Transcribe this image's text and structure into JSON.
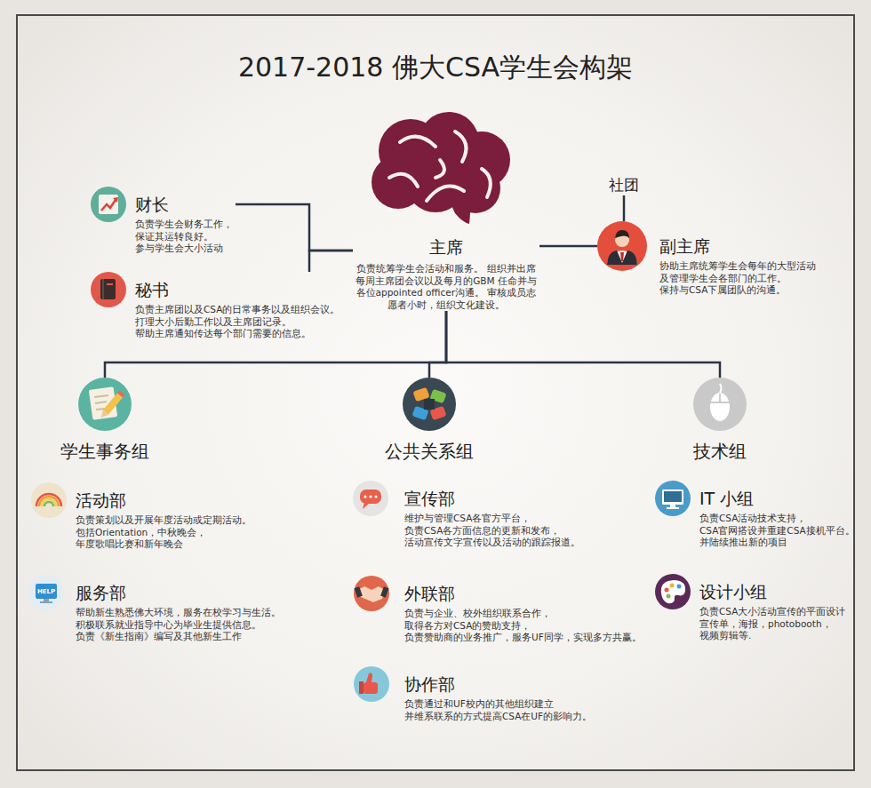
{
  "diagram": {
    "title": "2017-2018 佛大CSA学生会构架",
    "nodes": [
      {
        "text": [
          "主席",
          "负责统筹学生会活动和服务。 组织并出席每周主席团会议以及每月的GBM 任命并与各位appointed officer沟通。 审核成员志愿者小时，组织文化建设。"
        ]
      },
      {
        "text": [
          "财长",
          "负责学生会财务工作， 保证其运转良好。 参与学生会大小活动"
        ]
      },
      {
        "text": [
          "秘书",
          "负责主席团以及CSA的日常事务以及组织会议。 打理大小后勤工作以及主席团记录。 帮助主席通知传达每个部门需要的信息。"
        ]
      },
      {
        "text": [
          "社团"
        ]
      },
      {
        "text": [
          "副主席",
          "协助主席统筹学生会每年的大型活动 及管理学生会各部门的工作。 保持与CSA下属团队的沟通。"
        ]
      },
      {
        "text": [
          "学生事务组"
        ]
      },
      {
        "text": [
          "公共关系组"
        ]
      },
      {
        "text": [
          "技术组"
        ]
      },
      {
        "text": [
          "活动部",
          "负责策划以及开展年度活动或定期活动。 包括Orientation，中秋晚会， 年度歌唱比赛和新年晚会"
        ]
      },
      {
        "text": [
          "服务部",
          "帮助新生熟悉佛大环境，服务在校学习与生活。 积极联系就业指导中心为毕业生提供信息。 负责《新生指南》编写及其他新生工作"
        ]
      },
      {
        "text": [
          "宣传部",
          "维护与管理CSA各官方平台， 负责CSA各方面信息的更新和发布， 活动宣传文字宣传以及活动的跟踪报道。"
        ]
      },
      {
        "text": [
          "外联部",
          "负责与企业、校外组织联系合作， 取得各方对CSA的赞助支持， 负责赞助商的业务推广，服务UF同学，实现多方共赢。"
        ]
      },
      {
        "text": [
          "协作部",
          "负责通过和UF校内的其他组织建立 并维系联系的方式提高CSA在UF的影响力。"
        ]
      },
      {
        "text": [
          "IT 小组",
          "负责CSA活动技术支持， CSA官网搭设并重建CSA接机平台。 并陆续推出新的项目"
        ]
      },
      {
        "text": [
          "设计小组",
          "负责CSA大小活动宣传的平面设计 宣传单，海报，photobooth， 视频剪辑等."
        ]
      }
    ],
    "edges": [
      {
        "from": 1,
        "to": 0,
        "arrow": "none"
      },
      {
        "from": 2,
        "to": 0,
        "arrow": "none"
      },
      {
        "from": 0,
        "to": 4,
        "arrow": "none"
      },
      {
        "from": 3,
        "to": 4,
        "arrow": "none"
      },
      {
        "from": 0,
        "to": 5,
        "arrow": "none"
      },
      {
        "from": 0,
        "to": 6,
        "arrow": "none"
      },
      {
        "from": 0,
        "to": 7,
        "arrow": "none"
      }
    ],
    "labels": [
      "HELP"
    ]
  }
}
